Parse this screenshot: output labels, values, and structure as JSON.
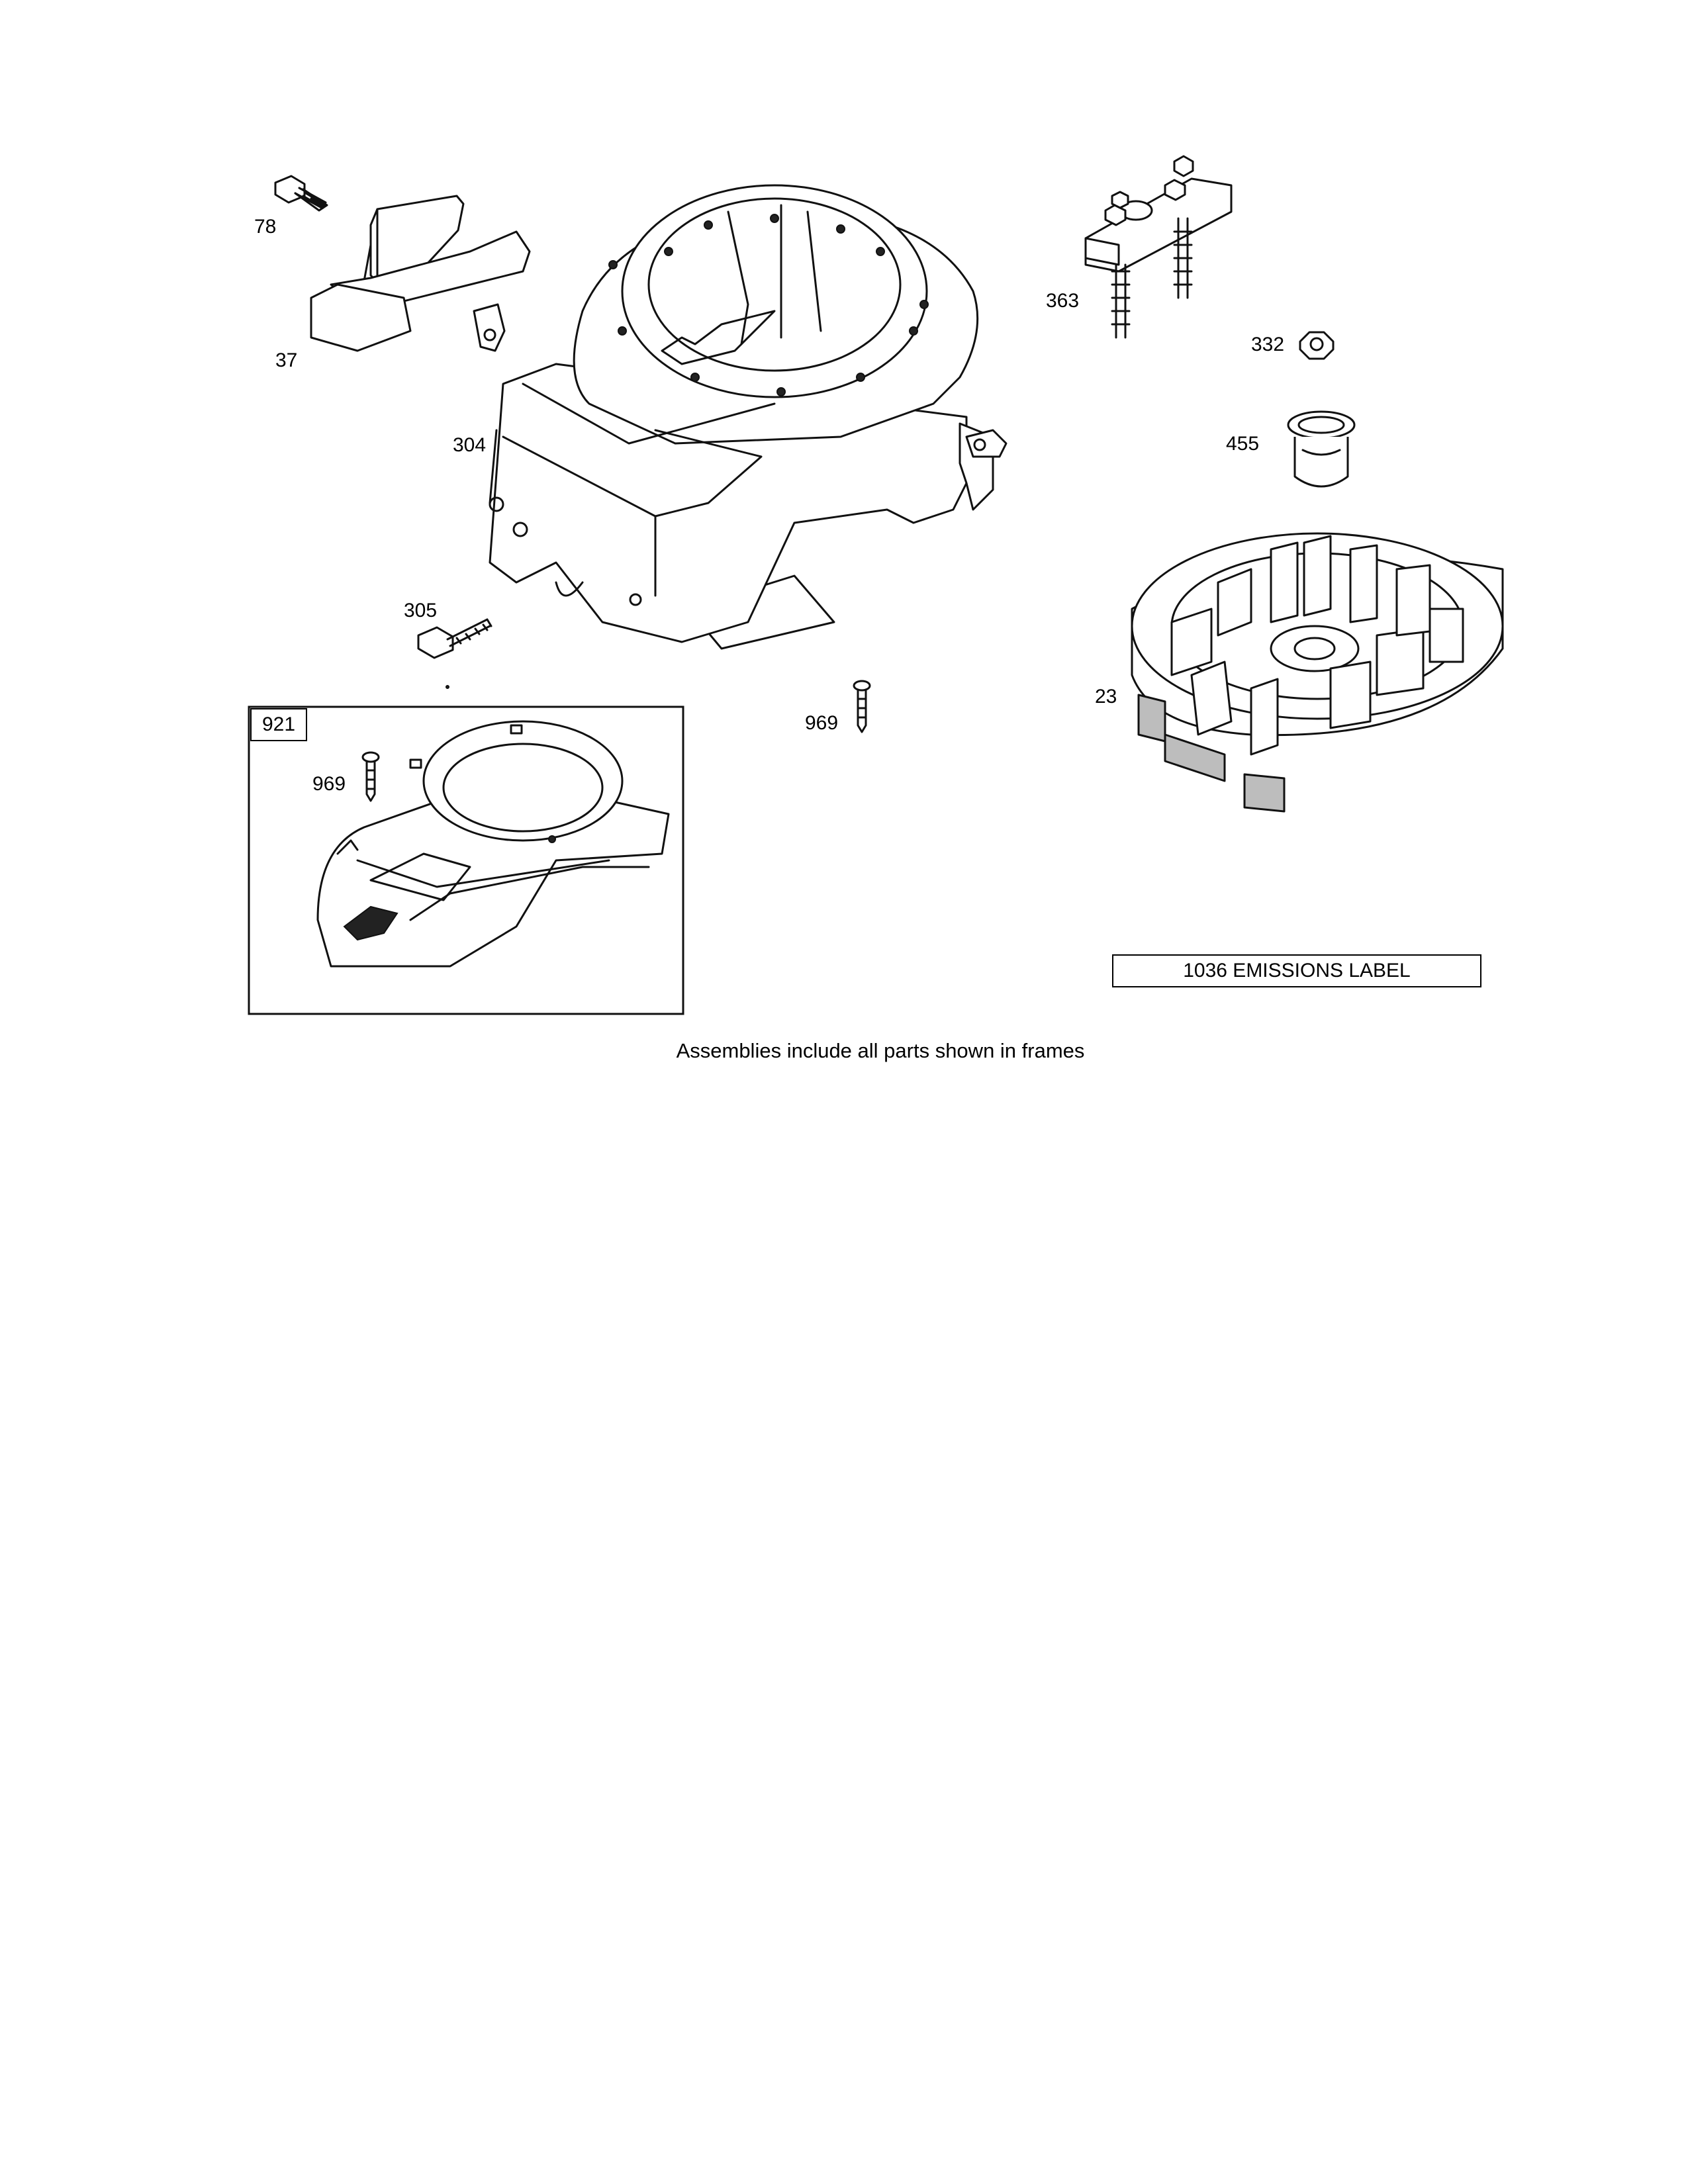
{
  "callouts": {
    "c78": "78",
    "c37": "37",
    "c304": "304",
    "c305": "305",
    "c363": "363",
    "c332": "332",
    "c455": "455",
    "c23": "23",
    "c969_right": "969",
    "c969_frame": "969",
    "c921": "921"
  },
  "emissions_label": "1036  EMISSIONS LABEL",
  "footnote": "Assemblies include all parts shown in frames"
}
